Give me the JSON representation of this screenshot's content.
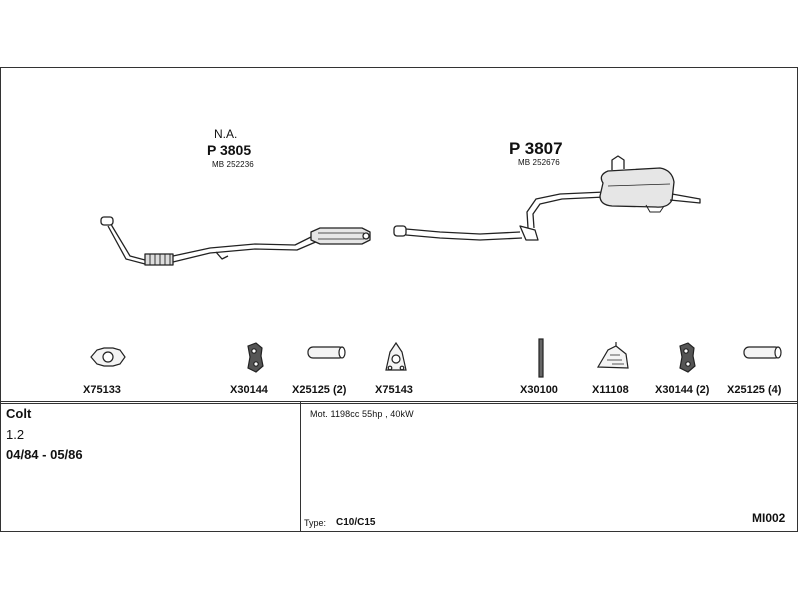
{
  "assembly": {
    "front_section": {
      "note": "N.A.",
      "part_number": "P 3805",
      "mb_number": "MB 252236"
    },
    "rear_section": {
      "part_number": "P 3807",
      "mb_number": "MB 252676"
    }
  },
  "accessories": [
    {
      "code": "X75133",
      "icon": "gasket-flange-icon"
    },
    {
      "code": "X30144",
      "icon": "rubber-hanger-icon"
    },
    {
      "code": "X25125 (2)",
      "icon": "pipe-connector-icon"
    },
    {
      "code": "X75143",
      "icon": "triangular-gasket-icon"
    },
    {
      "code": "X30100",
      "icon": "rod-icon"
    },
    {
      "code": "X11108",
      "icon": "mounting-bracket-icon"
    },
    {
      "code": "X30144 (2)",
      "icon": "rubber-hanger-icon"
    },
    {
      "code": "X25125 (4)",
      "icon": "pipe-connector-icon"
    }
  ],
  "vehicle": {
    "model": "Colt",
    "engine": "1.2",
    "years": "04/84 - 05/86"
  },
  "spec": {
    "motor": "Mot. 1198cc 55hp , 40kW",
    "type_label": "Type:",
    "type_value": "C10/C15",
    "reference": "MI002"
  },
  "colors": {
    "line": "#222222",
    "fill": "#e6e6e6"
  }
}
